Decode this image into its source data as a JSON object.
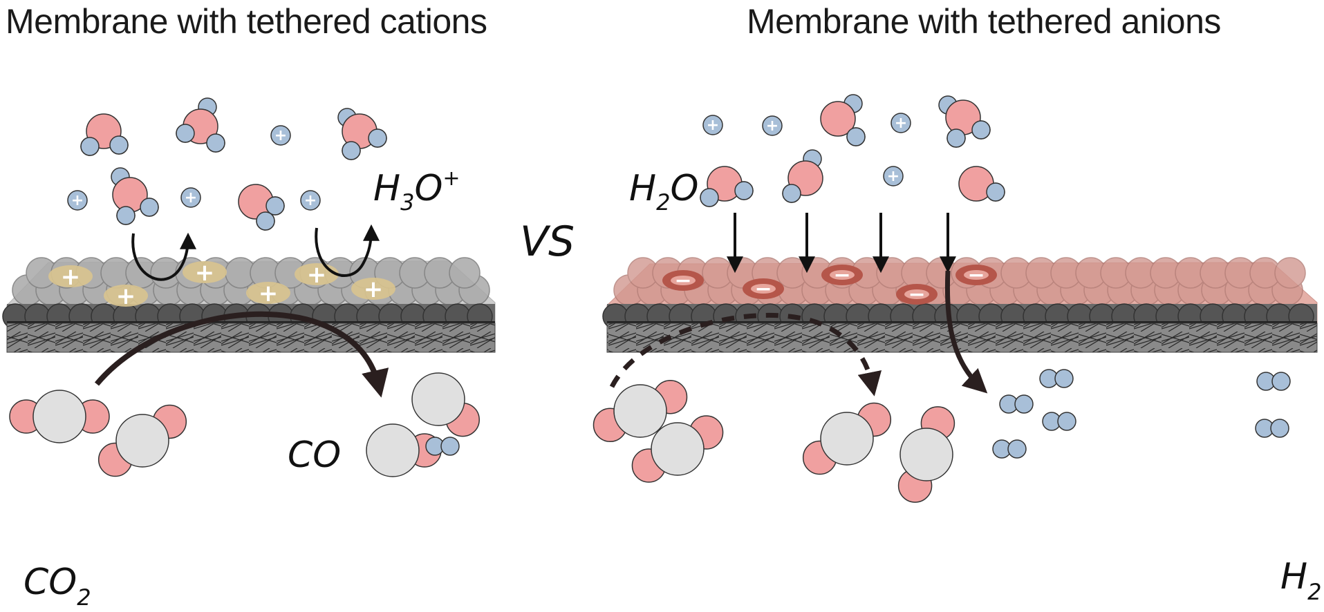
{
  "titles": {
    "left": "Membrane with tethered cations",
    "right": "Membrane with tethered anions"
  },
  "labels": {
    "vs": "VS",
    "h3o": {
      "main": "H",
      "sub": "3",
      "mid": "O",
      "sup": "+"
    },
    "h2o": {
      "main": "H",
      "sub": "2",
      "end": "O"
    },
    "co2": {
      "main": "CO",
      "sub": "2"
    },
    "co": "CO",
    "h2": {
      "main": "H",
      "sub": "2"
    }
  },
  "charges": {
    "cation_sign": "+",
    "anion_sign": "−"
  },
  "colors": {
    "oxygen": "#f0a0a0",
    "hydrogen": "#a8bfd8",
    "carbon": "#e0e0e0",
    "outline": "#333333",
    "membrane_gray": "#9e9e9e",
    "membrane_pink": "#e8a8a0",
    "cation_site": "#d9c48f",
    "anion_site": "#b5564a"
  }
}
